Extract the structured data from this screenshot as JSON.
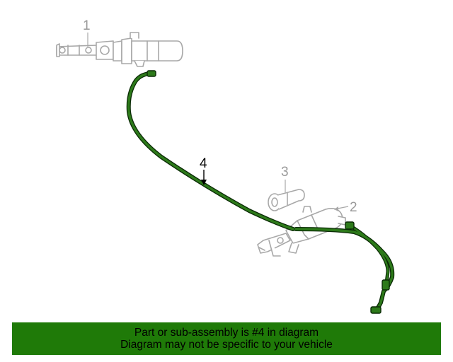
{
  "callouts": {
    "part1": "1",
    "part2": "2",
    "part3": "3",
    "part4": "4"
  },
  "colors": {
    "hose_fill": "#2d7a1a",
    "hose_outline": "#0a2a05",
    "gray_parts": "#a8a8a8",
    "banner_bg": "#1f7a08",
    "highlighted_callout": "#000000",
    "muted_callout": "#999999"
  },
  "banner": {
    "line1": "Part or sub-assembly is #4 in diagram",
    "line2": "Diagram may not be specific to your vehicle"
  }
}
